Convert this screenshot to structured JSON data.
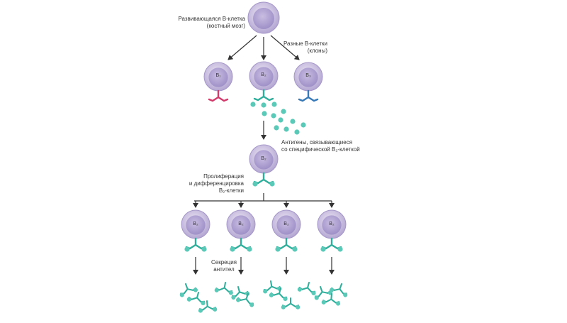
{
  "colors": {
    "cell_fill": "#c7bedf",
    "cell_fill_light": "#e3dcef",
    "cell_edge": "#a597c8",
    "antigen": "#5bc9b7",
    "receptor_b1": "#d33a6c",
    "receptor_b2": "#2fae9b",
    "receptor_b3": "#3778b6",
    "arrow": "#333333"
  },
  "labels": {
    "developing_cell": [
      "Развивающаяся В-клетка",
      "(костный мозг)"
    ],
    "clones": [
      "Разные В-клетки",
      "(клоны)"
    ],
    "antigens": [
      "Антигены, связывающиеся",
      "со специфической В₂-клеткой"
    ],
    "proliferation": [
      "Пролиферация",
      "и дифференцировка",
      "В₂-клетки"
    ],
    "secretion": [
      "Секреция",
      "антител"
    ]
  },
  "cells": {
    "b1": "B₁",
    "b2": "B₂",
    "b3": "B₃",
    "activated": "B₂",
    "daughters": [
      "B₂",
      "B₂",
      "B₂",
      "B₂"
    ]
  }
}
